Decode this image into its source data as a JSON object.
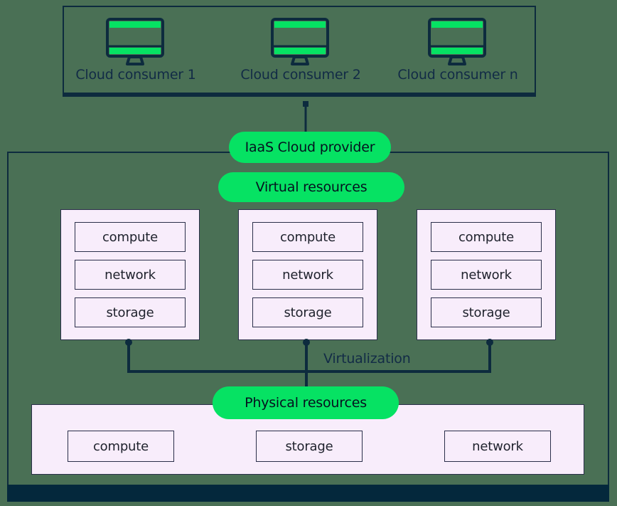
{
  "theme": {
    "background": "#4a7055",
    "accent_green": "#06e263",
    "dark_navy": "#0d2b3e",
    "panel_lavender": "#f8edfb",
    "box_border": "#2b2f4a",
    "bottom_bar": "#04283c"
  },
  "consumers": {
    "icon": "monitor-icon",
    "items": [
      {
        "label": "Cloud consumer 1"
      },
      {
        "label": "Cloud consumer 2"
      },
      {
        "label": "Cloud consumer n"
      }
    ]
  },
  "provider": {
    "title": "IaaS Cloud provider",
    "virtual_resources_label": "Virtual resources",
    "physical_resources_label": "Physical resources",
    "virtualization_label": "Virtualization",
    "virtual_machines": [
      {
        "resources": [
          "compute",
          "network",
          "storage"
        ]
      },
      {
        "resources": [
          "compute",
          "network",
          "storage"
        ]
      },
      {
        "resources": [
          "compute",
          "network",
          "storage"
        ]
      }
    ],
    "physical_resources": [
      {
        "label": "compute"
      },
      {
        "label": "storage"
      },
      {
        "label": "network"
      }
    ]
  }
}
